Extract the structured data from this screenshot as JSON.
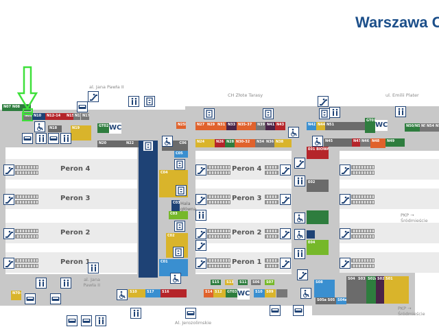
{
  "title": "Warszawa C",
  "streets": {
    "jana_pawla_top": "al. Jana Pawła II",
    "zlote_tarasy": "CH Złote Tarasy",
    "emilii_plater": "ul. Emilii Plater",
    "jana_pawla_bottom": "al. Jana Pawła II",
    "jerozolimskie": "Al. Jerozolimskie",
    "pkp_srodmiescie_1": "PKP → Śródmieście",
    "pkp_srodmiescie_2": "PKP → Śródmieście",
    "hala_glowna": "Hala główna"
  },
  "platforms": [
    "Peron 4",
    "Peron 3",
    "Peron 2",
    "Peron 1"
  ],
  "wc_label": "WC",
  "highlight": {
    "store": "N09",
    "arrow_color": "#3ee03a"
  },
  "stores": [
    {
      "label": "N07 N08",
      "color": "#2e7d3e"
    },
    {
      "label": "N09",
      "color": "#777777"
    },
    {
      "label": "N10",
      "color": "#1e4275"
    },
    {
      "label": "N12-14",
      "color": "#b5252a"
    },
    {
      "label": "N15",
      "color": "#b5252a"
    },
    {
      "label": "N16",
      "color": "#777777"
    },
    {
      "label": "N17",
      "color": "#777777"
    },
    {
      "label": "N18",
      "color": "#6b6b6b"
    },
    {
      "label": "N19",
      "color": "#d9b42b"
    },
    {
      "label": "GT02",
      "color": "#2e7d3e"
    },
    {
      "label": "N20",
      "color": "#6b6b6b"
    },
    {
      "label": "N22",
      "color": "#6b6b6b"
    },
    {
      "label": "N25b",
      "color": "#e0622c"
    },
    {
      "label": "N27",
      "color": "#e0622c"
    },
    {
      "label": "N29",
      "color": "#e0622c"
    },
    {
      "label": "N31",
      "color": "#e0622c"
    },
    {
      "label": "N33",
      "color": "#4a2448"
    },
    {
      "label": "N35-37",
      "color": "#e0622c"
    },
    {
      "label": "N39",
      "color": "#777777"
    },
    {
      "label": "N41",
      "color": "#4a2448"
    },
    {
      "label": "N43",
      "color": "#b5252a"
    },
    {
      "label": "N24",
      "color": "#d9b42b"
    },
    {
      "label": "N26",
      "color": "#b5252a"
    },
    {
      "label": "N28",
      "color": "#2e7d3e"
    },
    {
      "label": "N30-32",
      "color": "#e0622c"
    },
    {
      "label": "N34",
      "color": "#777777"
    },
    {
      "label": "N36",
      "color": "#777777"
    },
    {
      "label": "N38",
      "color": "#d9b42b"
    },
    {
      "label": "N42",
      "color": "#3a8fd0"
    },
    {
      "label": "N44",
      "color": "#d9b42b"
    },
    {
      "label": "N51",
      "color": "#6b6b6b"
    },
    {
      "label": "GT01",
      "color": "#2e7d3e"
    },
    {
      "label": "N50/N52",
      "color": "#2e7d3e"
    },
    {
      "label": "N53",
      "color": "#777777"
    },
    {
      "label": "N54 N55",
      "color": "#777777"
    },
    {
      "label": "N45",
      "color": "#6b6b6b"
    },
    {
      "label": "N47",
      "color": "#b5252a"
    },
    {
      "label": "N46",
      "color": "#777777"
    },
    {
      "label": "N48",
      "color": "#e0622c"
    },
    {
      "label": "N49",
      "color": "#2e7d3e"
    },
    {
      "label": "E01 BIOWAY",
      "color": "#b5252a"
    },
    {
      "label": "E02",
      "color": "#6b6b6b"
    },
    {
      "label": "",
      "color": "#2e7d3e"
    },
    {
      "label": "",
      "color": "#1e4275"
    },
    {
      "label": "E04",
      "color": "#76b82a"
    },
    {
      "label": "C06",
      "color": "#6b6b6b"
    },
    {
      "label": "C05",
      "color": "#3a8fd0"
    },
    {
      "label": "C04",
      "color": "#d9b42b"
    },
    {
      "label": "C03a",
      "color": "#1e4275"
    },
    {
      "label": "C03",
      "color": "#76b82a"
    },
    {
      "label": "C02",
      "color": "#d9b42b"
    },
    {
      "label": "C01",
      "color": "#3a8fd0"
    },
    {
      "label": "S10",
      "color": "#d9b42b"
    },
    {
      "label": "S17",
      "color": "#3a8fd0"
    },
    {
      "label": "S16",
      "color": "#b5252a"
    },
    {
      "label": "S14",
      "color": "#e0622c"
    },
    {
      "label": "S12",
      "color": "#d9b42b"
    },
    {
      "label": "GT03",
      "color": "#2e7d3e"
    },
    {
      "label": "S10",
      "color": "#3a8fd0"
    },
    {
      "label": "S09",
      "color": "#d9b42b"
    },
    {
      "label": "",
      "color": "#777777"
    },
    {
      "label": "S15",
      "color": "#2e7d3e"
    },
    {
      "label": "S13",
      "color": "#d9b42b"
    },
    {
      "label": "S11",
      "color": "#2e7d3e"
    },
    {
      "label": "S06",
      "color": "#777777"
    },
    {
      "label": "S07",
      "color": "#76b82a"
    },
    {
      "label": "S08",
      "color": "#3a8fd0"
    },
    {
      "label": "S05a S05",
      "color": "#6b6b6b"
    },
    {
      "label": "S04a",
      "color": "#3a8fd0"
    },
    {
      "label": "S04",
      "color": "#6b6b6b"
    },
    {
      "label": "S03",
      "color": "#6b6b6b"
    },
    {
      "label": "S02a",
      "color": "#2e7d3e"
    },
    {
      "label": "S02",
      "color": "#4a2448"
    },
    {
      "label": "S01",
      "color": "#d9b42b"
    },
    {
      "label": "N70-71",
      "color": "#d9b42b"
    }
  ]
}
